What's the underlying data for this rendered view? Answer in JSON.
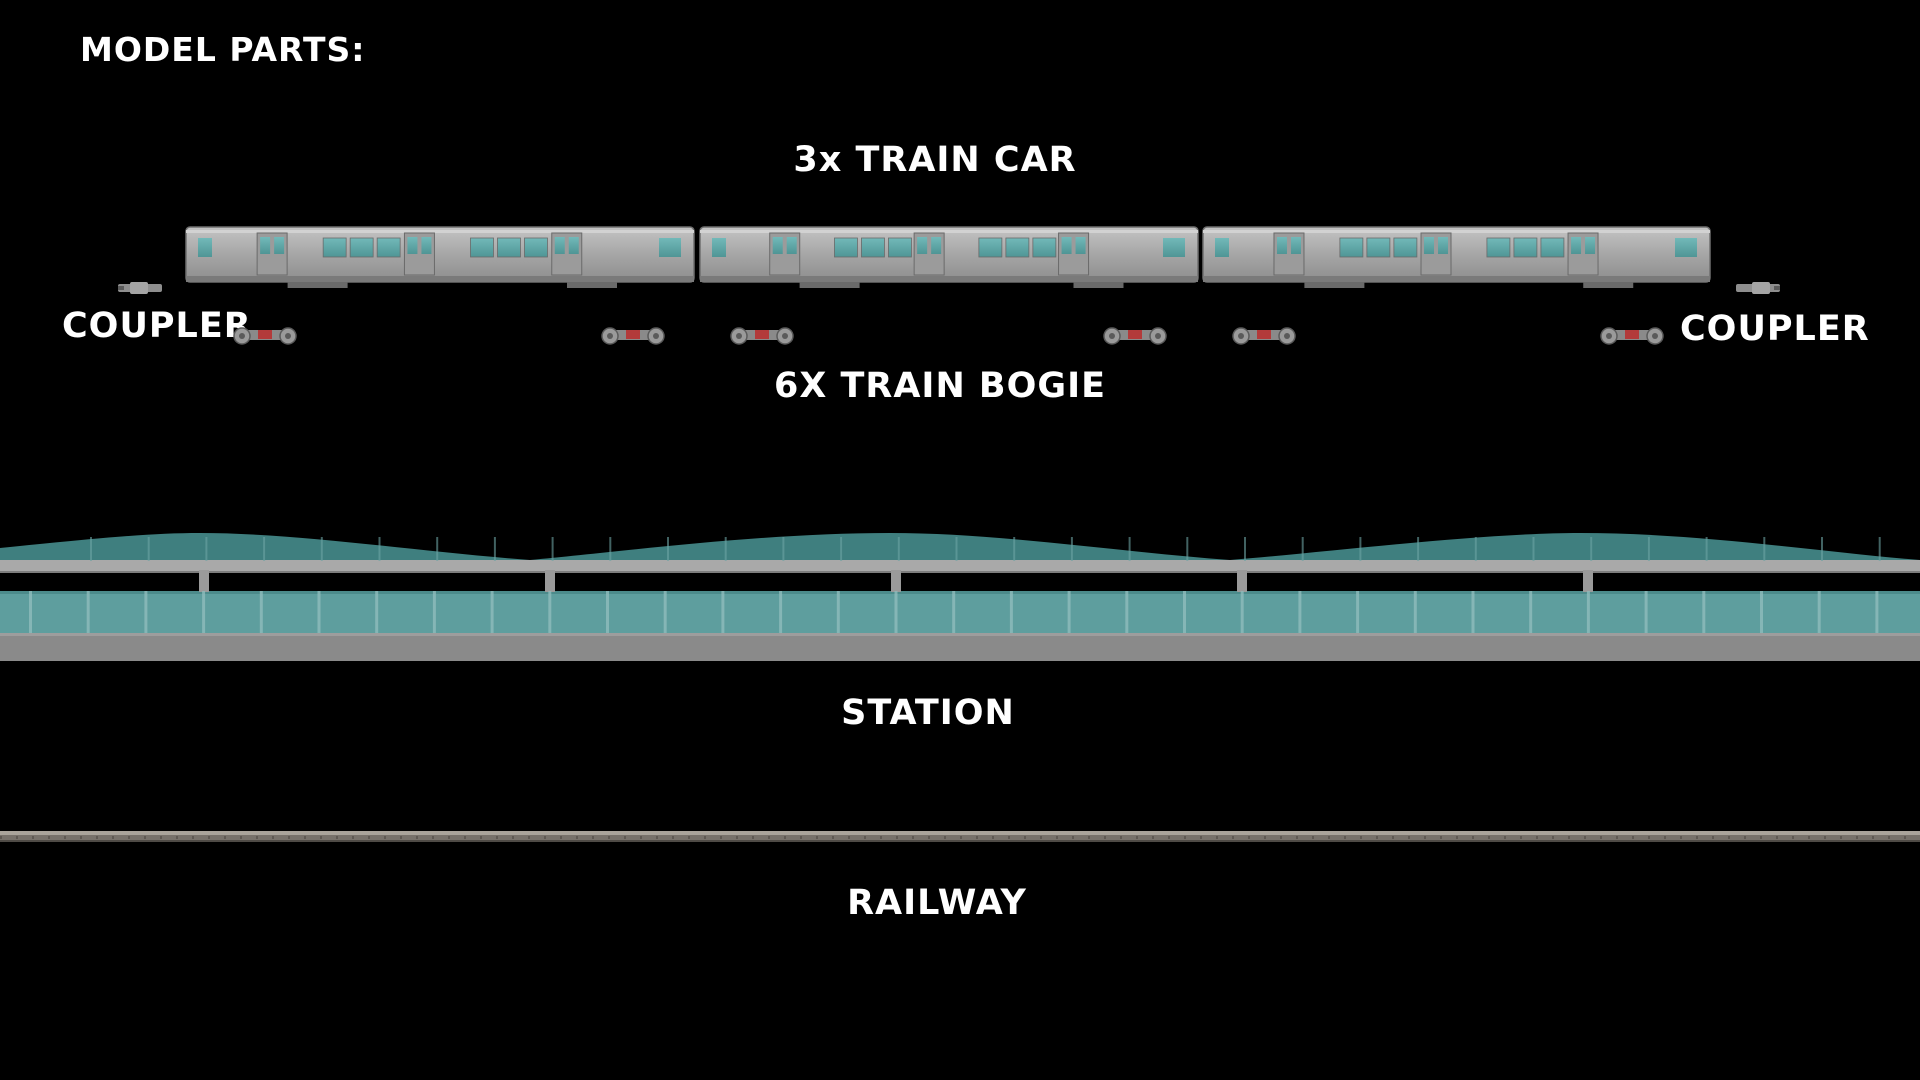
{
  "heading": "MODEL PARTS:",
  "parts": {
    "train_car": {
      "label": "3x TRAIN CAR",
      "count": 3
    },
    "coupler_left": {
      "label": "COUPLER"
    },
    "coupler_right": {
      "label": "COUPLER"
    },
    "bogie": {
      "label": "6X TRAIN BOGIE",
      "count": 6
    },
    "station": {
      "label": "STATION"
    },
    "railway": {
      "label": "RAILWAY"
    }
  },
  "colors": {
    "background": "#000000",
    "label_text": "#ffffff",
    "car_body": "#a9a9a9",
    "car_window": "#5fa8a8",
    "station_glass": "#5c9c9c",
    "station_floor": "#8a8a8a",
    "rail": "#8c857c"
  }
}
